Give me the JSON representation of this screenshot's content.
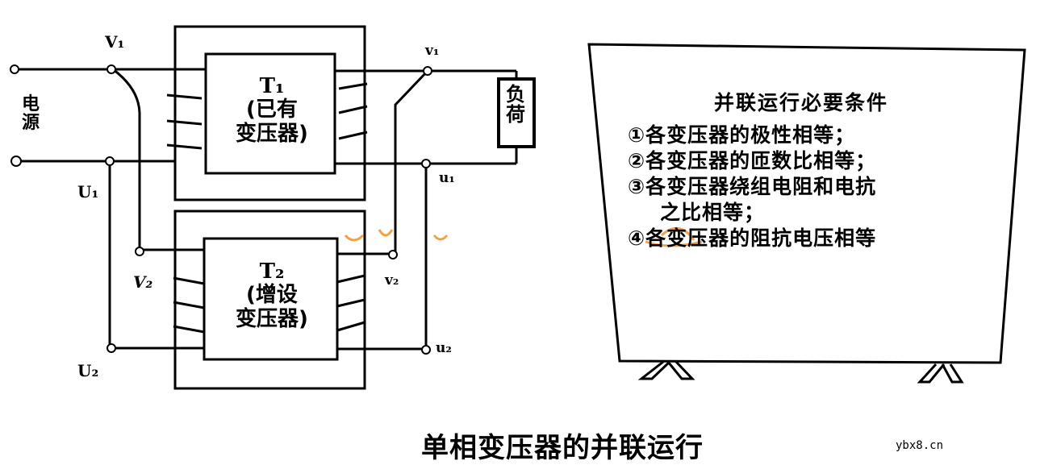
{
  "diagram": {
    "title": "单相变压器的并联运行",
    "source_label": "电源",
    "load_label": "负荷",
    "transformers": [
      {
        "name": "T₁",
        "desc_line1": "(已有",
        "desc_line2": "变压器)"
      },
      {
        "name": "T₂",
        "desc_line1": "(增设",
        "desc_line2": "变压器)"
      }
    ],
    "terminals": {
      "V1_primary": "V₁",
      "U1_primary": "U₁",
      "V2_primary": "V₂",
      "U2_primary": "U₂",
      "v1_secondary": "v₁",
      "u1_secondary": "u₁",
      "v2_secondary": "v₂",
      "u2_secondary": "u₂"
    },
    "board": {
      "title": "并联运行必要条件",
      "items": [
        "①各变压器的极性相等；",
        "②各变压器的匝数比相等；",
        "③各变压器绕组电阻和电抗",
        "之比相等；",
        "④各变压器的阻抗电压相等"
      ]
    },
    "watermark": "ybx8.cn",
    "colors": {
      "line": "#000000",
      "background": "#ffffff",
      "watermark_orange": "#f08a1c"
    }
  }
}
